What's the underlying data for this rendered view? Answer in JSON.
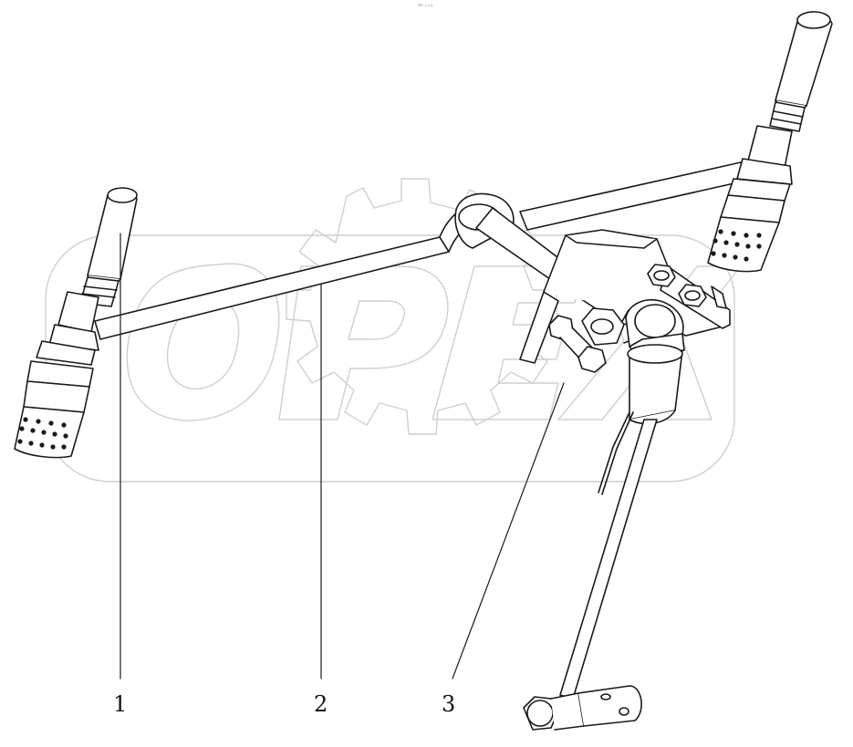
{
  "header_mark": "°⁰ ⁼⁼⁼",
  "watermark": {
    "text": "OPEX",
    "color": "#e8e8e8",
    "outline": "#c8c8c8"
  },
  "callouts": [
    {
      "id": "1",
      "label": "1"
    },
    {
      "id": "2",
      "label": "2"
    },
    {
      "id": "3",
      "label": "3"
    }
  ],
  "colors": {
    "stroke": "#1a1a1a",
    "fill": "#ffffff",
    "shade": "#f2f2f2"
  }
}
